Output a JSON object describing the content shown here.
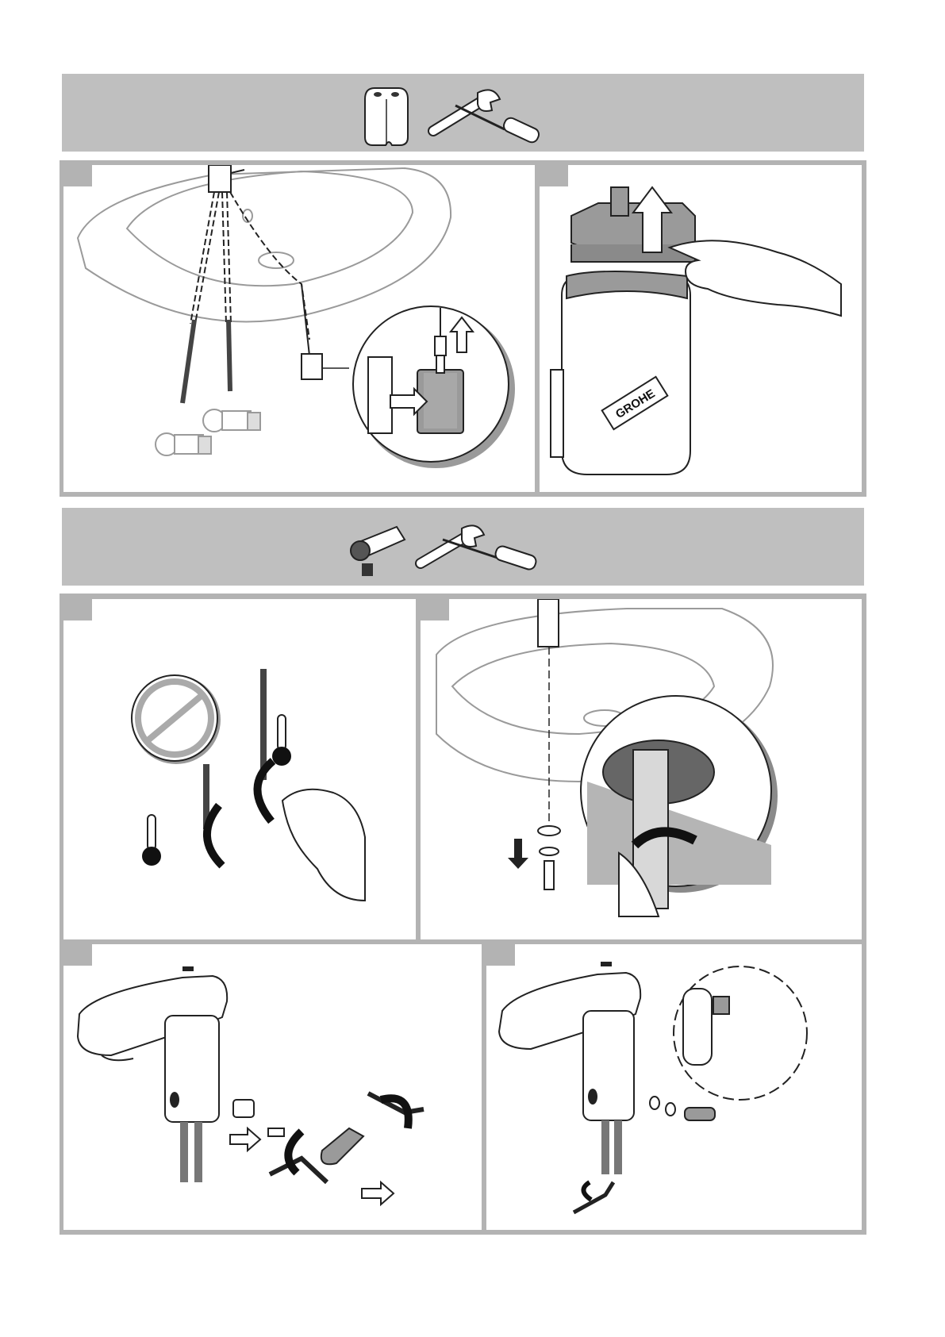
{
  "brand": "GROHE",
  "colors": {
    "band": "#bfbfbf",
    "frame": "#b3b3b3",
    "tab": "#b3b3b3",
    "line": "#222222",
    "shade": "#9a9a9a"
  },
  "section_1": {
    "tools": [
      "replacement-module-icon",
      "wrench-screwdriver-icon"
    ],
    "steps": [
      "sensor-cable-disconnect-step",
      "module-removal-step"
    ]
  },
  "section_2": {
    "tools": [
      "cartridge-filter-icon",
      "wrench-screwdriver-icon"
    ],
    "steps": [
      "angle-valve-close-step",
      "mounting-nut-loosen-step",
      "solenoid-valve-removal-step",
      "filter-cleaning-step"
    ]
  }
}
